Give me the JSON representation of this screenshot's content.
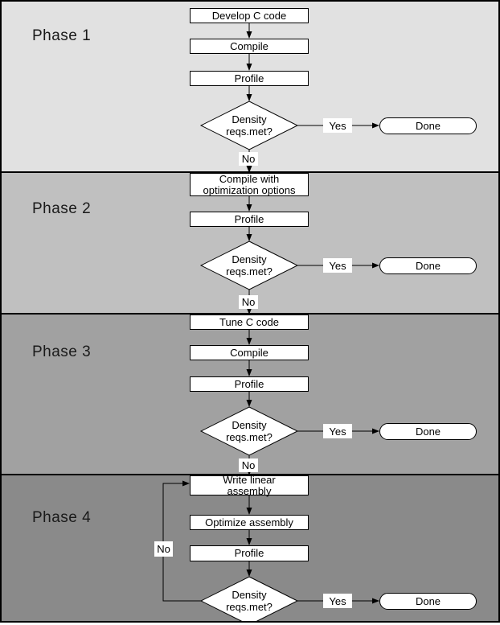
{
  "colors": {
    "band_phase1": "#e1e1e1",
    "band_phase2": "#c0c0c0",
    "band_phase3": "#a1a1a1",
    "band_phase4": "#8a8a8a",
    "shape_fill": "#ffffff",
    "line_color": "#000000"
  },
  "phases": [
    {
      "label": "Phase 1",
      "steps": [
        "Develop C code",
        "Compile",
        "Profile"
      ],
      "decision": {
        "line1": "Density",
        "line2": "reqs.met?"
      },
      "yes_label": "Yes",
      "no_label": "No",
      "done_label": "Done"
    },
    {
      "label": "Phase 2",
      "steps": [
        "Compile with optimization options",
        "Profile"
      ],
      "decision": {
        "line1": "Density",
        "line2": "reqs.met?"
      },
      "yes_label": "Yes",
      "no_label": "No",
      "done_label": "Done"
    },
    {
      "label": "Phase 3",
      "steps": [
        "Tune C code",
        "Compile",
        "Profile"
      ],
      "decision": {
        "line1": "Density",
        "line2": "reqs.met?"
      },
      "yes_label": "Yes",
      "no_label": "No",
      "done_label": "Done"
    },
    {
      "label": "Phase 4",
      "steps": [
        "Write linear assembly",
        "Optimize assembly",
        "Profile"
      ],
      "decision": {
        "line1": "Density",
        "line2": "reqs.met?"
      },
      "yes_label": "Yes",
      "no_label": "No",
      "done_label": "Done"
    }
  ]
}
